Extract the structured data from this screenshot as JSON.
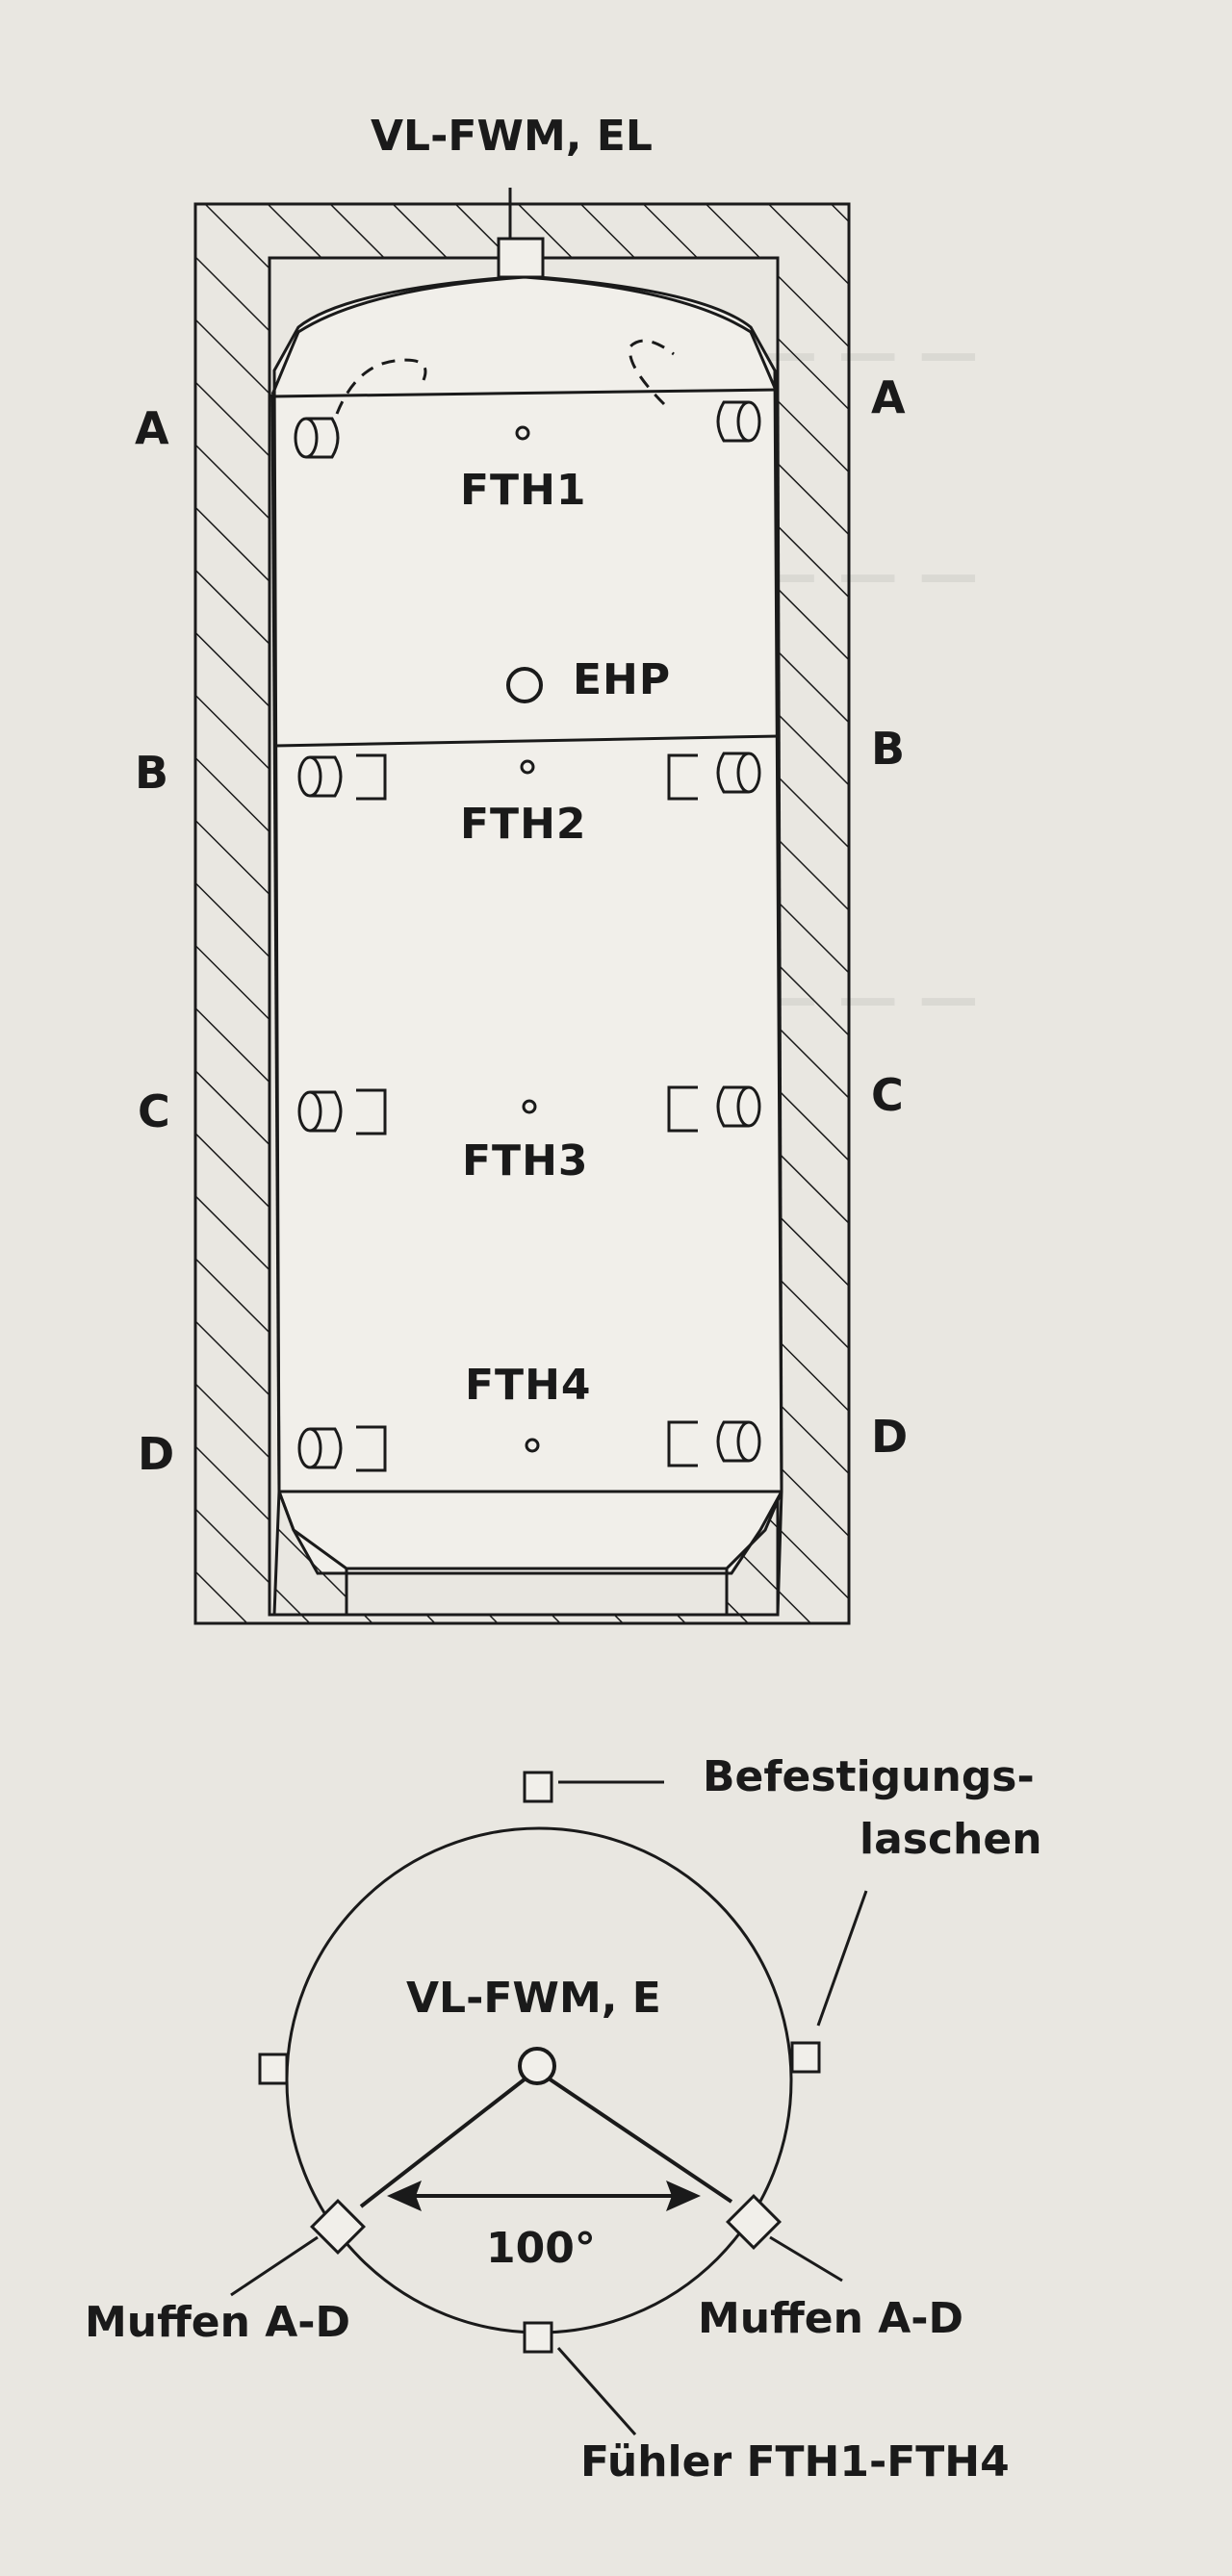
{
  "top_view": {
    "top_connection": "VL-FWM, EL",
    "side_labels_left": [
      "A",
      "B",
      "C",
      "D"
    ],
    "side_labels_right": [
      "A",
      "B",
      "C",
      "D"
    ],
    "sensors": [
      "FTH1",
      "FTH2",
      "FTH3",
      "FTH4"
    ],
    "heater_port": "EHP"
  },
  "plan_view": {
    "center_label": "VL-FWM, E",
    "angle": "100°",
    "lug_label_line1": "Befestigungs-",
    "lug_label_line2": "laschen",
    "sockets_left": "Muffen A-D",
    "sockets_right": "Muffen A-D",
    "sensor_label": "Fühler FTH1-FTH4"
  },
  "colors": {
    "ink": "#1a1a1a",
    "paper": "#e9e7e1"
  }
}
